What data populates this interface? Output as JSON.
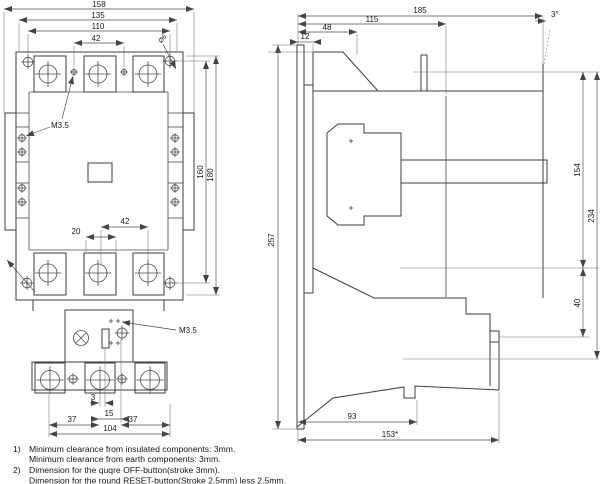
{
  "front_view": {
    "d158": "158",
    "d135": "135",
    "d110": "110",
    "d42_top": "42",
    "hole_label": "Ø6",
    "screw_label": "M3.5",
    "d160": "160",
    "d180": "180",
    "d42_bottom": "42",
    "d20": "20"
  },
  "relay": {
    "screw_label": "M3.5",
    "d3": "3",
    "d15": "15",
    "d37l": "37",
    "d37r": "37",
    "d104": "104"
  },
  "side_view": {
    "d185": "185",
    "d115": "115",
    "d48": "48",
    "d12": "12",
    "angle": "3°",
    "d257": "257",
    "d154": "154",
    "d234": "234",
    "d40": "40",
    "d93": "93",
    "d153": "153*"
  },
  "notes": {
    "n1_label": "1)",
    "n1_line1": "Minimum clearance from insulated components: 3mm.",
    "n1_line2": "Minimum clearance from earth components: 3mm.",
    "n2_label": "2)",
    "n2_line1": "Dimension for the quqre OFF-button(stroke 3mm).",
    "n2_line2": "Dimension for the round RESET-button(Stroke 2.5mm) less 2.5mm."
  },
  "colors": {
    "line": "#3c3c3c",
    "text": "#161616",
    "background": "#ffffff"
  }
}
